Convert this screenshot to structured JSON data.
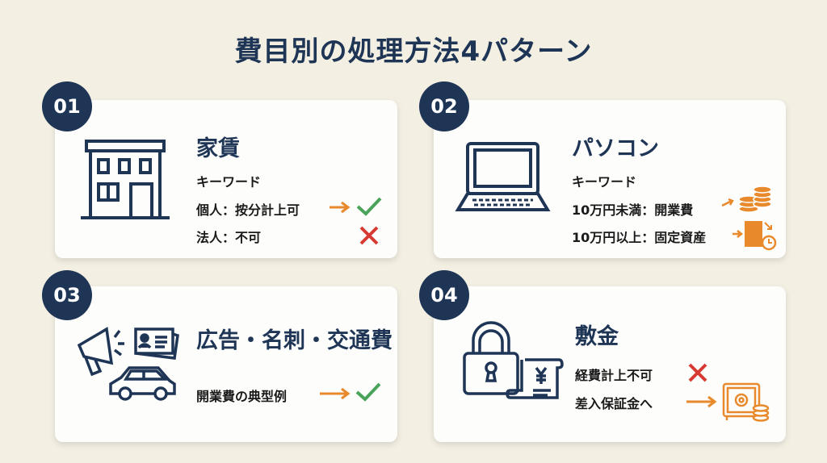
{
  "title": "費目別の処理方法4パターン",
  "colors": {
    "navy": "#1e3556",
    "orange": "#e8892b",
    "green": "#4aa35a",
    "red": "#d63a32"
  },
  "cards": [
    {
      "number": "01",
      "heading": "家賃",
      "icon": "building-icon",
      "lines": [
        "キーワード",
        "個人：按分計上可",
        "法人：不可"
      ]
    },
    {
      "number": "02",
      "heading": "パソコン",
      "icon": "laptop-icon",
      "lines": [
        "キーワード",
        "10万円未満：開業費",
        "10万円以上：固定資産"
      ]
    },
    {
      "number": "03",
      "heading": "広告・名刺・交通費",
      "icon": "megaphone-card-car-icon",
      "lines": [
        "開業費の典型例"
      ]
    },
    {
      "number": "04",
      "heading": "敷金",
      "icon": "lock-receipt-icon",
      "lines": [
        "経費計上不可",
        "差入保証金へ"
      ]
    }
  ]
}
